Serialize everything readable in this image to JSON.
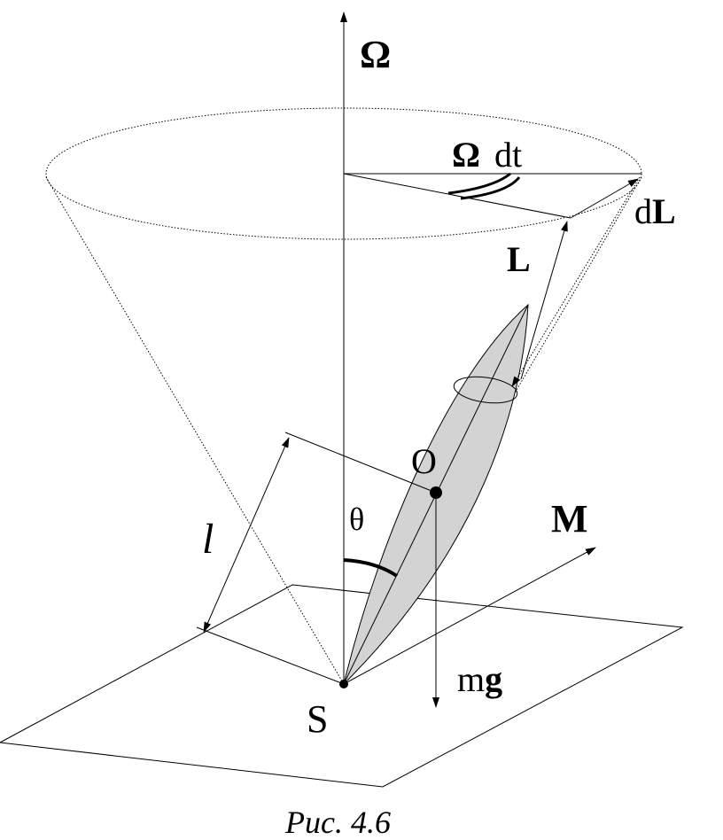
{
  "labels": {
    "omega": "Ω",
    "omega_dt_symbol": "Ω",
    "omega_dt_rest": "dt",
    "dl_d": "d",
    "dl_bold": "L",
    "l_vector": "L",
    "o_point": "O",
    "theta": "θ",
    "m_vector": "M",
    "ell": "l",
    "mg_m": "m",
    "mg_g": "g",
    "s_point": "S"
  },
  "caption": "Рис. 4.6",
  "colors": {
    "ink": "#000000",
    "top_fill": "#d3d3d3",
    "background": "#ffffff"
  }
}
